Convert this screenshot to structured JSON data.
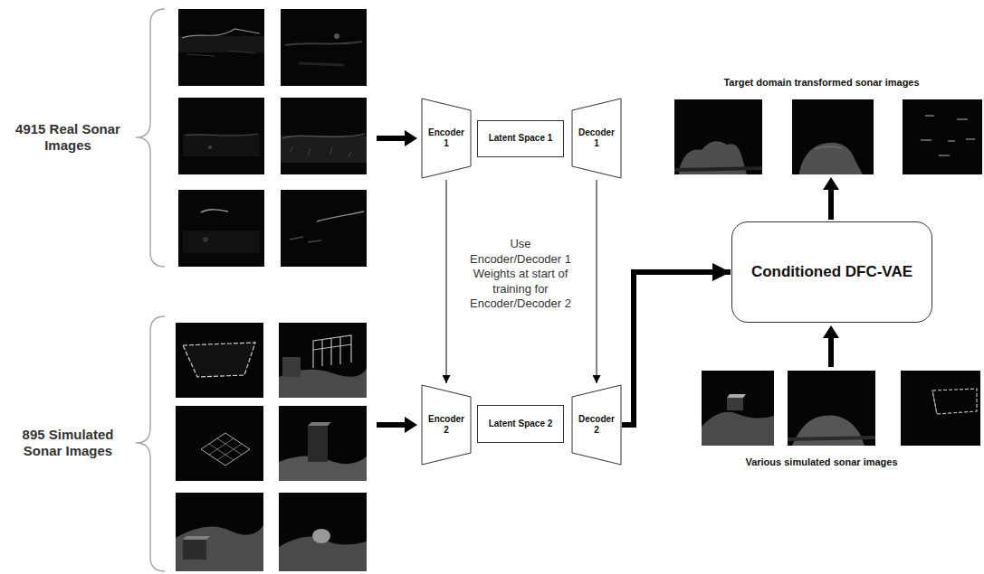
{
  "diagram": {
    "nodes": [
      {
        "text": [
          "Encoder 1"
        ]
      },
      {
        "text": [
          "Latent Space 1"
        ]
      },
      {
        "text": [
          "Decoder 1"
        ]
      },
      {
        "text": [
          "Encoder 2"
        ]
      },
      {
        "text": [
          "Latent Space 2"
        ]
      },
      {
        "text": [
          "Decoder 2"
        ]
      },
      {
        "text": [
          "Conditioned DFC-VAE"
        ]
      }
    ],
    "edges": [
      {
        "from": 0,
        "to": 3,
        "arrow": "to"
      },
      {
        "from": 2,
        "to": 5,
        "arrow": "to"
      },
      {
        "from": 5,
        "to": 6,
        "arrow": "to"
      }
    ],
    "labels": [
      "4915 Real Sonar Images",
      "895 Simulated Sonar Images",
      "Use Encoder/Decoder 1 Weights at start of training for Encoder/Decoder 2",
      "Target domain transformed sonar images",
      "Various simulated sonar images"
    ]
  }
}
